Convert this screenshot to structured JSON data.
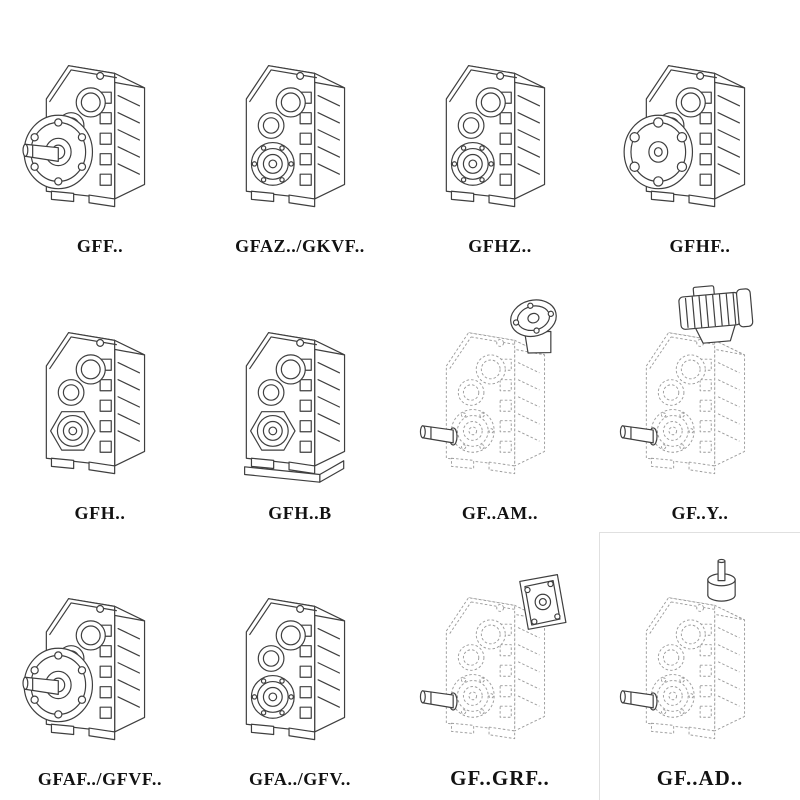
{
  "style": {
    "background": "#ffffff",
    "line_color": "#3f3f3f",
    "phantom_line_color": "#9c9c9c",
    "label_color": "#121212"
  },
  "catalog": {
    "items": [
      {
        "label": "GFF..",
        "variant": "flange-mounted-output-shaft"
      },
      {
        "label": "GFAZ../GKVF..",
        "variant": "hollow-shaft"
      },
      {
        "label": "GFHZ..",
        "variant": "hollow-shaft"
      },
      {
        "label": "GFHF..",
        "variant": "flange-mounted-bolt-holes"
      },
      {
        "label": "GFH..",
        "variant": "shaft-mounted"
      },
      {
        "label": "GFH..B",
        "variant": "shaft-mounted-with-base"
      },
      {
        "label": "GF..AM..",
        "variant": "phantom-iec-adapter"
      },
      {
        "label": "GF..Y..",
        "variant": "phantom-motor-mounted"
      },
      {
        "label": "GFAF../GFVF..",
        "variant": "flange-mounted-output-shaft"
      },
      {
        "label": "GFA../GFV..",
        "variant": "hollow-shaft"
      },
      {
        "label": "GF..GRF..",
        "variant": "phantom-flange-block"
      },
      {
        "label": "GF..AD..",
        "variant": "phantom-input-shaft-adapter"
      }
    ]
  }
}
